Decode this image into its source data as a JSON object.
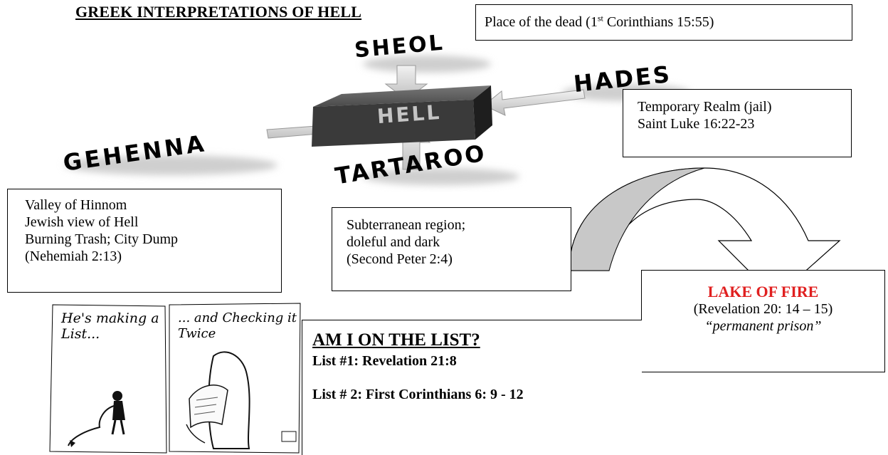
{
  "title": "GREEK INTERPRETATIONS OF HELL",
  "diagram": {
    "center": "HELL",
    "sheol": "SHEOL",
    "hades": "HADES",
    "gehenna": "GEHENNA",
    "tartaroo": "TARTAROO"
  },
  "sheol_box": {
    "prefix": "Place of the dead (1",
    "sup": "st",
    "suffix": " Corinthians 15:55)"
  },
  "hades_box": {
    "lines": [
      "Temporary Realm (jail)",
      "Saint Luke 16:22-23"
    ]
  },
  "gehenna_box": {
    "lines": [
      "Valley of Hinnom",
      "Jewish view of Hell",
      "Burning Trash; City Dump",
      "(Nehemiah 2:13)"
    ]
  },
  "tartaroo_box": {
    "lines": [
      "Subterranean region;",
      "doleful and dark",
      "(Second Peter 2:4)"
    ]
  },
  "lake_box": {
    "title": "LAKE OF FIRE",
    "reference": "(Revelation 20: 14 – 15)",
    "note": "“permanent prison”"
  },
  "cartoon": {
    "left_caption": "He's making a List...",
    "right_caption": "... and Checking it Twice"
  },
  "list_box": {
    "title": "AM I ON THE LIST?",
    "item1": "List #1:  Revelation 21:8",
    "item2": "List # 2: First Corinthians 6: 9 - 12"
  },
  "colors": {
    "lake_title": "#e02020",
    "block": "#3a3a3a",
    "arrow_fill": "#d9d9d9",
    "curved_arrow_fill": "#c8c8c8"
  }
}
